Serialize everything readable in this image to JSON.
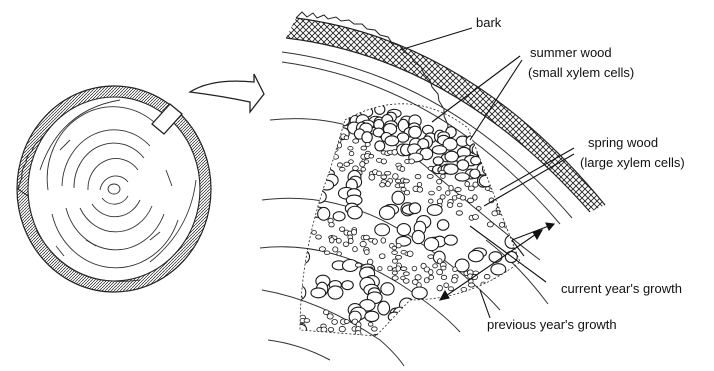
{
  "labels": {
    "bark": "bark",
    "summer_wood": "summer wood",
    "summer_wood_note": "(small xylem cells)",
    "spring_wood": "spring wood",
    "spring_wood_note": "(large xylem cells)",
    "current_growth": "current year's growth",
    "previous_growth": "previous year's growth"
  },
  "colors": {
    "ink": "#1a1a1a",
    "paper": "#ffffff"
  },
  "icons": {
    "arrow": "curved-arrow-icon"
  }
}
